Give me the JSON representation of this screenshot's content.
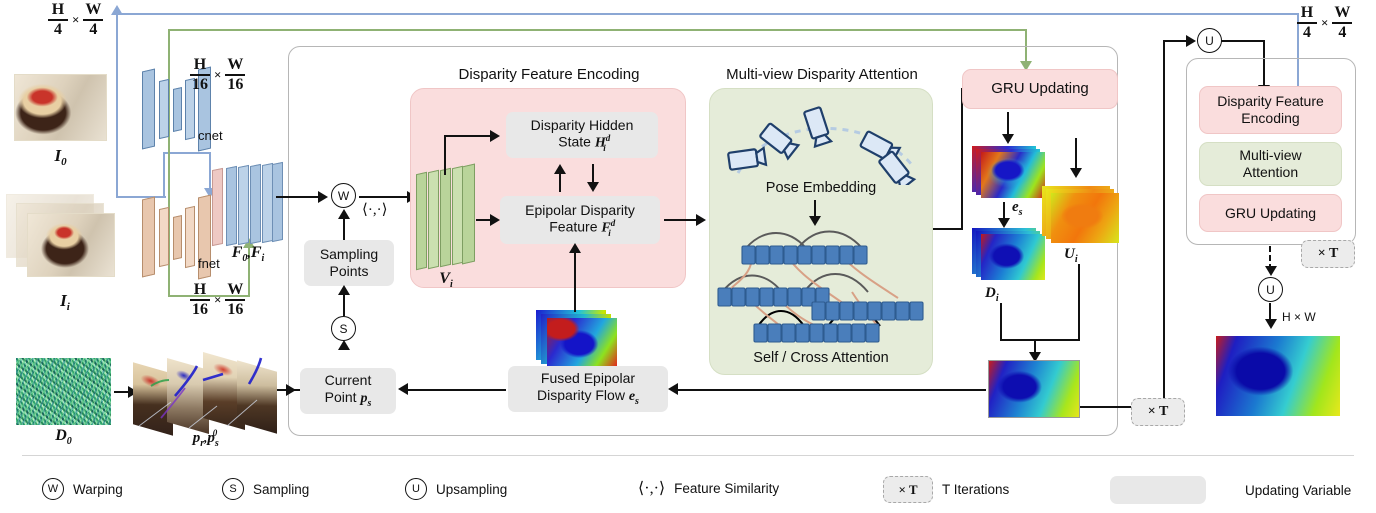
{
  "figure": {
    "title": "Multi-view stereo disparity estimation pipeline",
    "modules": {
      "disparity_feature_encoding": "Disparity Feature Encoding",
      "multi_view_disparity_attention": "Multi-view Disparity Attention",
      "gru_updating": "GRU Updating",
      "pose_embedding": "Pose Embedding",
      "self_cross_attention": "Self / Cross Attention"
    },
    "boxes": {
      "disparity_hidden_state": "Disparity Hidden\nState H",
      "disparity_hidden_state_line1": "Disparity Hidden",
      "disparity_hidden_state_line2": "State",
      "disparity_hidden_state_sym": "H",
      "epipolar_disparity_feature_line1": "Epipolar Disparity",
      "epipolar_disparity_feature_line2": "Feature",
      "epipolar_disparity_feature_sym": "F",
      "sampling_points_line1": "Sampling",
      "sampling_points_line2": "Points",
      "current_point_line1": "Current",
      "current_point_line2": "Point",
      "current_point_sym": "p",
      "fused_flow_line1": "Fused Epipolar",
      "fused_flow_line2": "Disparity Flow",
      "fused_flow_sym": "e"
    },
    "right_panel": {
      "disparity_feature_encoding_line1": "Disparity Feature",
      "disparity_feature_encoding_line2": "Encoding",
      "multi_view_attention_line1": "Multi-view",
      "multi_view_attention_line2": "Attention",
      "gru_updating": "GRU Updating"
    },
    "encoders": {
      "cnet": "cnet",
      "fnet": "fnet"
    },
    "tensor_labels": {
      "I0": "I",
      "I0_sub": "0",
      "Ii": "I",
      "Ii_sub": "i",
      "F0Fi": "F",
      "F0_sub": "0",
      "Fi_sub": "i",
      "Vi": "V",
      "Vi_sub": "i",
      "D0": "D",
      "D0_sub": "0",
      "points": "p",
      "points_sub_r": "r",
      "points_s": "p",
      "points_s_sub": "s",
      "points_s_sup": "0",
      "es": "e",
      "es_sub": "s",
      "Di": "D",
      "Di_sub": "i",
      "Ui": "U",
      "Ui_sub": "i",
      "ps": "p",
      "ps_sub": "s"
    },
    "resolution_labels": {
      "quarter_top_left": {
        "num": "H",
        "den": "4",
        "num2": "W",
        "den2": "4"
      },
      "sixteenth_cnet": {
        "num": "H",
        "den": "16",
        "num2": "W",
        "den2": "16"
      },
      "sixteenth_fnet": {
        "num": "H",
        "den": "16",
        "num2": "W",
        "den2": "16"
      },
      "quarter_top_right": {
        "num": "H",
        "den": "4",
        "num2": "W",
        "den2": "4"
      },
      "full_res": "H × W"
    },
    "operators": {
      "warping_symbol": "W",
      "sampling_symbol": "S",
      "upsampling_symbol": "U",
      "feature_similarity_symbol": "⟨·,·⟩",
      "iterations_symbol": "× T"
    },
    "legend": [
      {
        "icon": "warping-circle-icon",
        "symbol": "W",
        "label": "Warping"
      },
      {
        "icon": "sampling-circle-icon",
        "symbol": "S",
        "label": "Sampling"
      },
      {
        "icon": "upsampling-circle-icon",
        "symbol": "U",
        "label": "Upsampling"
      },
      {
        "icon": "feature-similarity-icon",
        "symbol": "⟨·,·⟩",
        "label": "Feature Similarity"
      },
      {
        "icon": "iterations-badge-icon",
        "symbol": "× T",
        "label": "T Iterations"
      },
      {
        "icon": "updating-variable-swatch-icon",
        "symbol": "",
        "label": "Updating Variable"
      }
    ],
    "colors": {
      "pink_module": "#fadddd",
      "green_module": "#e5ecd9",
      "grey_box": "#e8e8e8",
      "outline": "#b6b6b6",
      "blue_path": "#8ba7d4",
      "green_path": "#8fb274",
      "cnet_slab": "#a9c4e0",
      "fnet_slab": "#e8c7ae",
      "volume_plane": "#b9d49a",
      "attention_token": "#4a7ebb"
    }
  }
}
